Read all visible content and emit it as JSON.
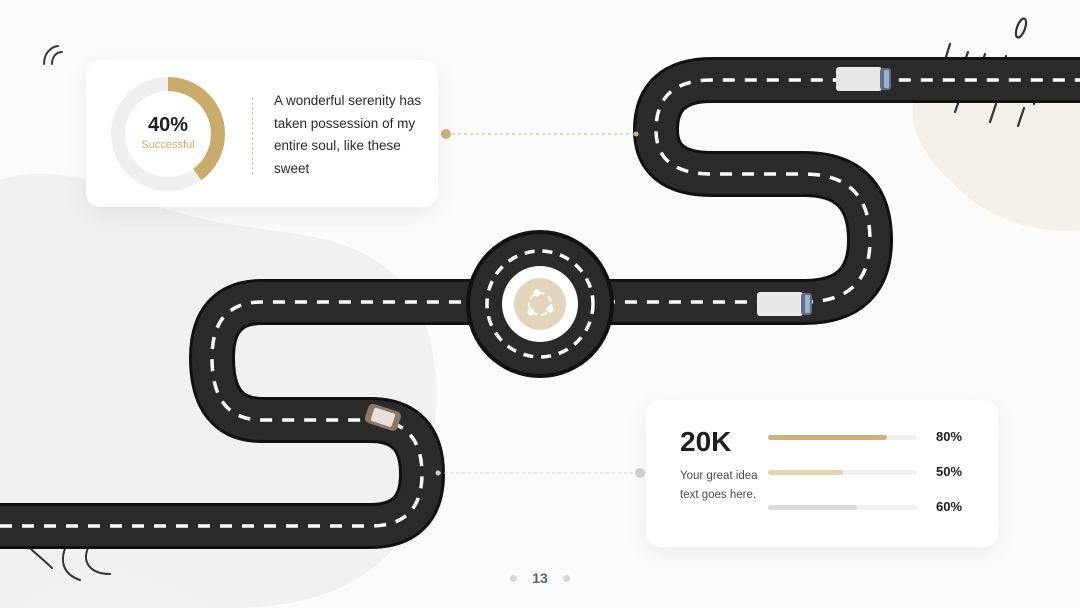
{
  "left_card": {
    "ring_value": "40%",
    "ring_fraction": 0.4,
    "ring_label": "Successful",
    "text": "A wonderful serenity has taken possession of my entire soul, like these sweet"
  },
  "right_card": {
    "headline": "20K",
    "text": "Your great idea text goes here.",
    "bars": [
      {
        "label": "80%",
        "value": 0.8,
        "color": "#cdb27a"
      },
      {
        "label": "50%",
        "value": 0.5,
        "color": "#e3d3b0"
      },
      {
        "label": "60%",
        "value": 0.6,
        "color": "#dcdcdc"
      }
    ]
  },
  "page": {
    "number": "13"
  },
  "colors": {
    "accent": "#c9ab6c",
    "road": "#1f1f1f",
    "lane_marking": "#ffffff",
    "background": "#fbfbfb"
  },
  "icons": {
    "roundabout_center": "network-share-icon"
  }
}
